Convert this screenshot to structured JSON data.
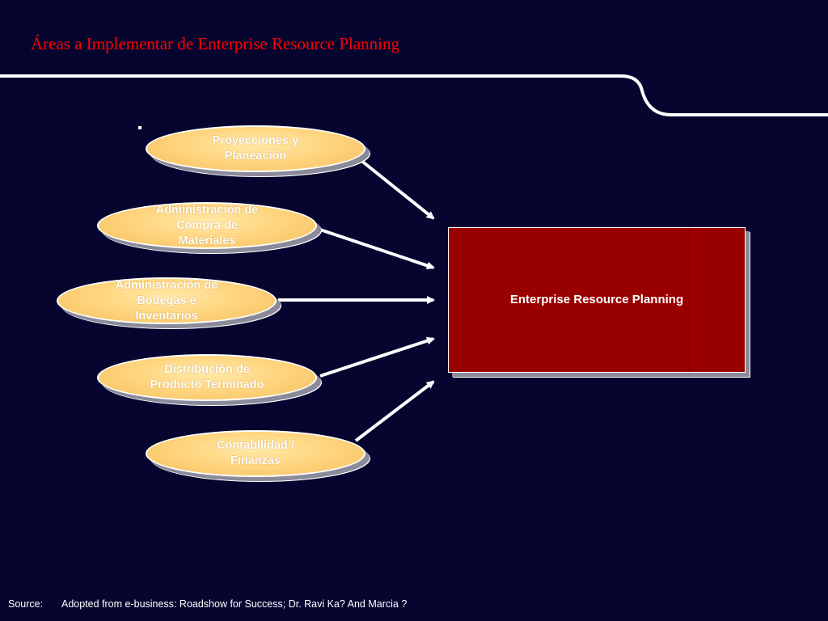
{
  "title": "Áreas a Implementar de Enterprise Resource Planning",
  "diagram": {
    "areas": [
      {
        "label_line1": "Proyecciones y",
        "label_line2": "Planeación"
      },
      {
        "label_line1": "Administración de",
        "label_line2": "Compra de",
        "label_line3": "Materiales"
      },
      {
        "label_line1": "Administración de",
        "label_line2": "Bodegas e",
        "label_line3": "Inventarios"
      },
      {
        "label_line1": "Distribución de",
        "label_line2": "Producto Terminado"
      },
      {
        "label_line1": "Contabilidad /",
        "label_line2": "Finanzas"
      }
    ],
    "center": {
      "label": "Enterprise Resource Planning"
    }
  },
  "footer": {
    "source_label": "Source:",
    "source_text": "Adopted from e-business: Roadshow for Success; Dr. Ravi Ka? And Marcia ?"
  },
  "colors": {
    "background": "#050530",
    "title": "#ff0000",
    "oval_fill": "#ffd680",
    "center_fill": "#990000",
    "arrows": "#ffffff"
  }
}
